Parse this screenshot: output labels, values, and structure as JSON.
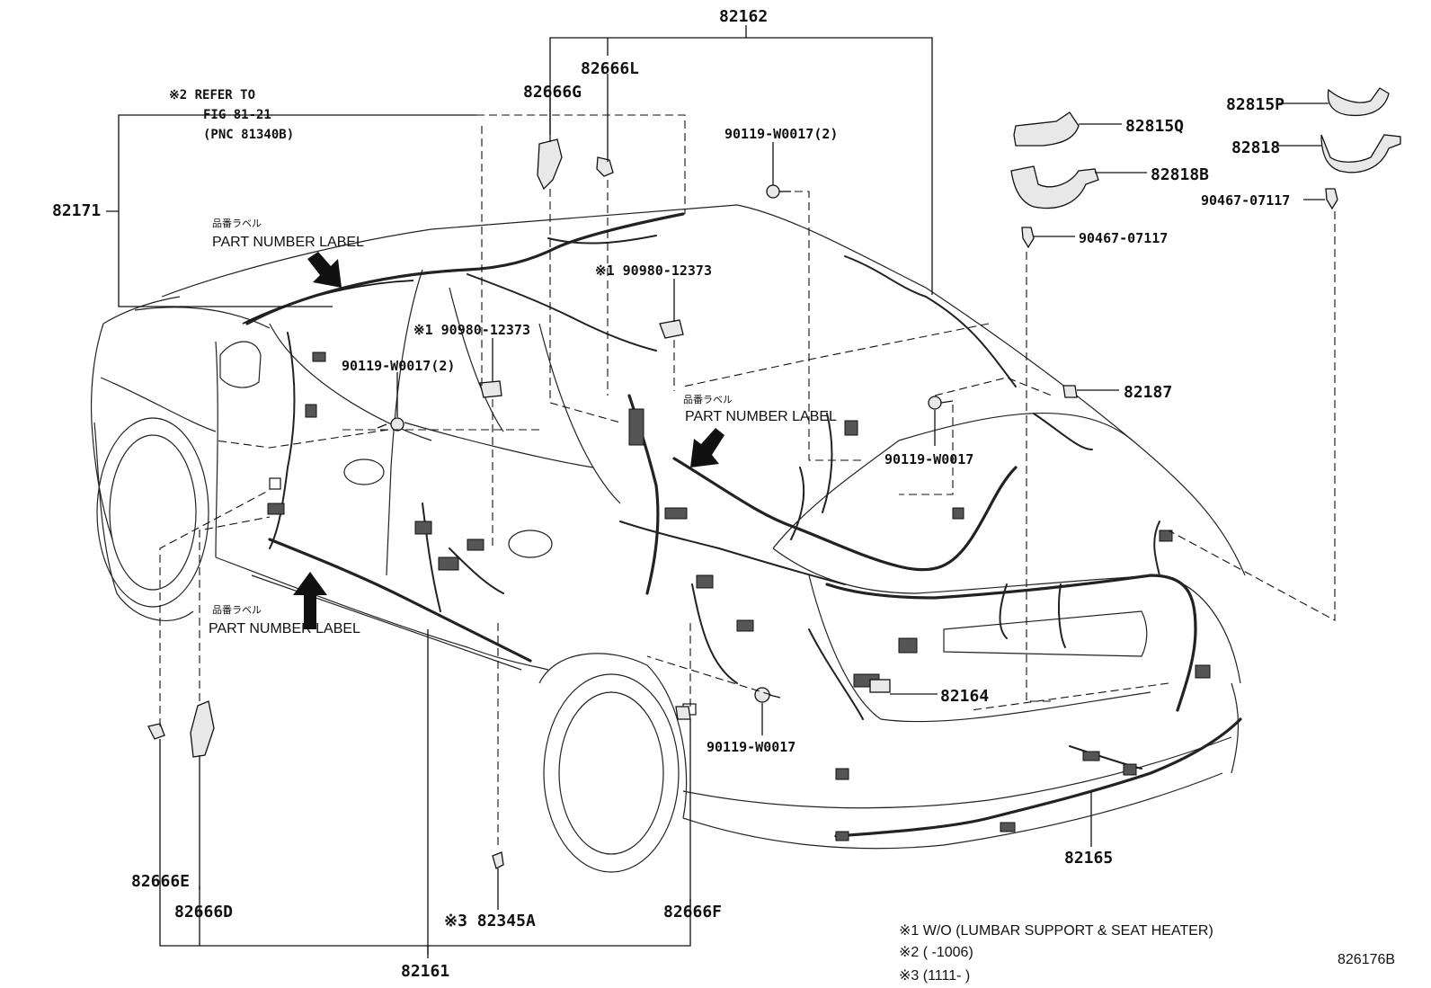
{
  "labels": {
    "p82162": "82162",
    "p82666L": "82666L",
    "p82666G": "82666G",
    "refer_note_l1": "※2 REFER TO",
    "refer_note_l2": "FIG 81-21",
    "refer_note_l3": "(PNC 81340B)",
    "p82171": "82171",
    "pn_label_jp": "品番ラベル",
    "pn_label_en": "PART NUMBER LABEL",
    "p90119_w0017_2_top": "90119-W0017(2)",
    "p90980_12373_a": "※1 90980-12373",
    "p90980_12373_b": "※1 90980-12373",
    "p90119_w0017_2_left": "90119-W0017(2)",
    "p82815P": "82815P",
    "p82815Q": "82815Q",
    "p82818": "82818",
    "p82818B": "82818B",
    "p90467_07117_r": "90467-07117",
    "p90467_07117_c": "90467-07117",
    "p82187": "82187",
    "p90119_w0017_right": "90119-W0017",
    "p82164": "82164",
    "p90119_w0017_bottom": "90119-W0017",
    "p82165": "82165",
    "p82666E": "82666E",
    "p82666D": "82666D",
    "p82345A": "※3 82345A",
    "p82666F": "82666F",
    "p82161": "82161",
    "footnote1": "※1 W/O (LUMBAR SUPPORT & SEAT HEATER)",
    "footnote2": "※2 (       -1006)",
    "footnote3": "※3 (1111-       )",
    "fig_code": "826176B"
  }
}
